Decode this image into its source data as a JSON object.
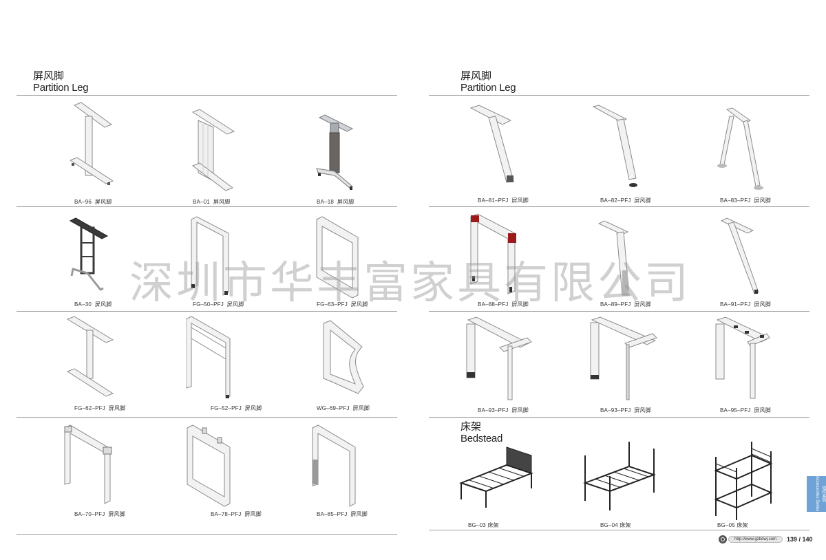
{
  "sections": {
    "left": {
      "cn": "屏风脚",
      "en": "Partition Leg"
    },
    "right": {
      "cn": "屏风脚",
      "en": "Partition Leg"
    },
    "bed": {
      "cn": "床架",
      "en": "Bedstead"
    }
  },
  "products": [
    {
      "code": "BA–96",
      "label": "屏风脚"
    },
    {
      "code": "BA–01",
      "label": "屏风脚"
    },
    {
      "code": "BA–18",
      "label": "屏风脚"
    },
    {
      "code": "BA–30",
      "label": "屏风脚"
    },
    {
      "code": "FG–50–PFJ",
      "label": "屏风脚"
    },
    {
      "code": "FG–63–PFJ",
      "label": "屏风脚"
    },
    {
      "code": "FG–62–PFJ",
      "label": "屏风脚"
    },
    {
      "code": "FG–52–PFJ",
      "label": "屏风脚"
    },
    {
      "code": "WG–69–PFJ",
      "label": "屏风脚"
    },
    {
      "code": "BA–70–PFJ",
      "label": "屏风脚"
    },
    {
      "code": "BA–78–PFJ",
      "label": "屏风脚"
    },
    {
      "code": "BA–85–PFJ",
      "label": "屏风脚"
    },
    {
      "code": "BA–81–PFJ",
      "label": "屏风脚"
    },
    {
      "code": "BA–82–PFJ",
      "label": "屏风脚"
    },
    {
      "code": "BA–83–PFJ",
      "label": "屏风脚"
    },
    {
      "code": "BA–88–PFJ",
      "label": "屏风脚"
    },
    {
      "code": "BA–89–PFJ",
      "label": "屏风脚"
    },
    {
      "code": "BA–91–PFJ",
      "label": "屏风脚"
    },
    {
      "code": "BA–93–PFJ",
      "label": "屏风脚"
    },
    {
      "code": "BA–93–PFJ",
      "label": "屏风脚"
    },
    {
      "code": "BA–95–PFJ",
      "label": "屏风脚"
    },
    {
      "code": "BG–03",
      "label": "床架"
    },
    {
      "code": "BG–04",
      "label": "床架"
    },
    {
      "code": "BG–05",
      "label": "床架"
    }
  ],
  "watermark": "深圳市华丰富家具有限公司",
  "side_tab": "铝件系列 Accessories Series",
  "footer": {
    "url": "http://www.gzbdwj.com",
    "pages": "139 / 140"
  },
  "colors": {
    "rule": "#9a9a9a",
    "tab": "#6fa3d6",
    "leg": "#f2f2f2",
    "outline": "#8a8a8a",
    "dark": "#3a3a3a"
  }
}
